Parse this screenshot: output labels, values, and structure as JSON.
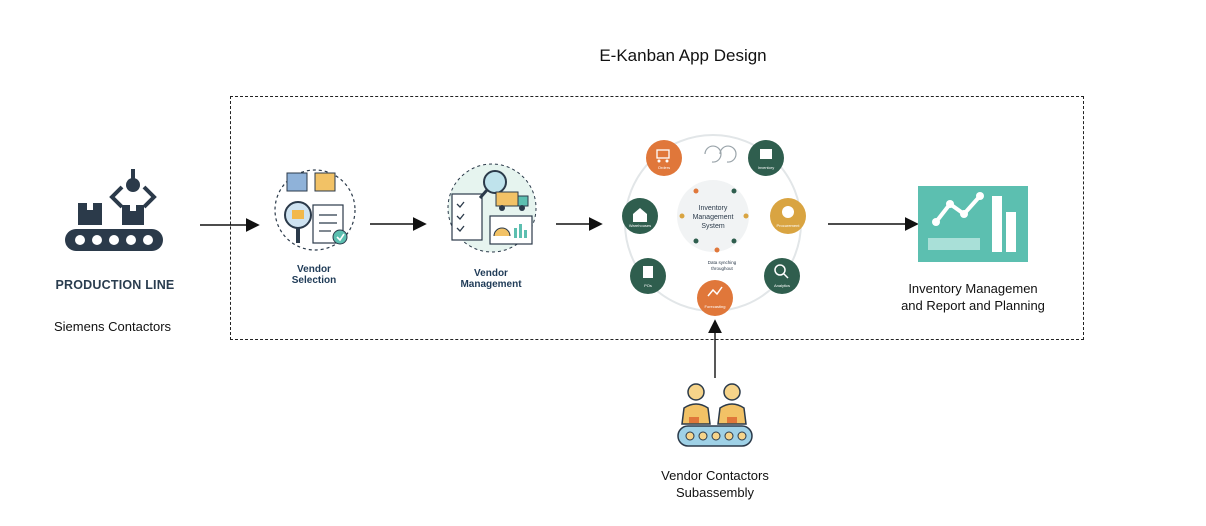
{
  "title": "E-Kanban App Design",
  "production": {
    "heading": "PRODUCTION LINE",
    "caption": "Siemens Contactors"
  },
  "vendor_selection": {
    "label_line1": "Vendor",
    "label_line2": "Selection"
  },
  "vendor_management": {
    "label_line1": "Vendor",
    "label_line2": "Management"
  },
  "ims": {
    "center_line1": "Inventory",
    "center_line2": "Management",
    "center_line3": "System",
    "note_line1": "Data synching",
    "note_line2": "throughout",
    "nodes": [
      "Orders",
      "Inventory",
      "Procurement",
      "Analytics",
      "Forecasting",
      "POs",
      "Warehouses"
    ]
  },
  "inventory_report": {
    "line1": "Inventory Managemen",
    "line2": "and Report and Planning"
  },
  "vendor_contactors": {
    "line1": "Vendor Contactors",
    "line2": "Subassembly"
  },
  "colors": {
    "navy": "#2b3a4a",
    "teal": "#5cbfb0",
    "orange": "#e0773a",
    "dark_green": "#2f5e4e",
    "gold": "#d9a441"
  }
}
